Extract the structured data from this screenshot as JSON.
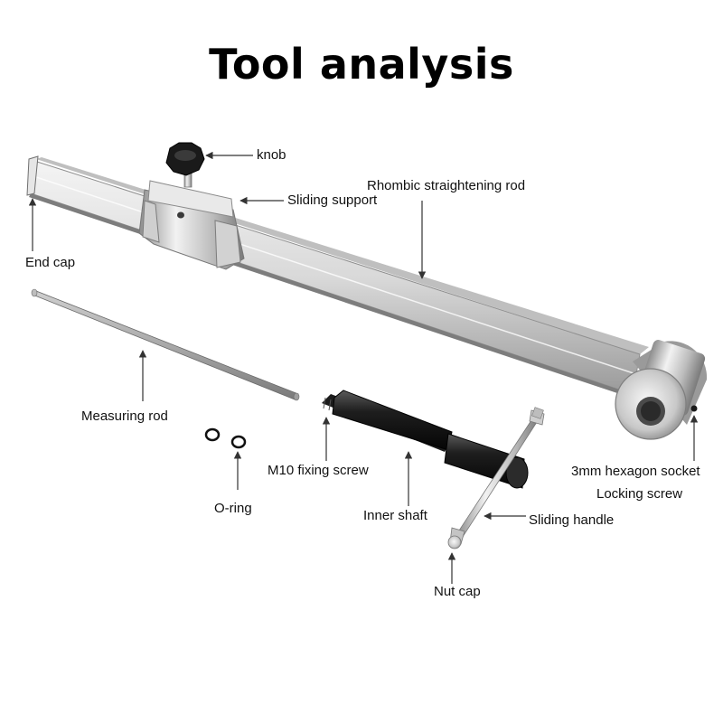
{
  "title": "Tool analysis",
  "labels": {
    "knob": "knob",
    "sliding_support": "Sliding support",
    "rhombic_rod": "Rhombic straightening rod",
    "end_cap": "End cap",
    "measuring_rod": "Measuring rod",
    "o_ring": "O-ring",
    "m10_screw": "M10 fixing screw",
    "inner_shaft": "Inner shaft",
    "sliding_handle": "Sliding handle",
    "nut_cap": "Nut cap",
    "hex_socket": "3mm hexagon socket",
    "locking_screw": "Locking screw"
  }
}
